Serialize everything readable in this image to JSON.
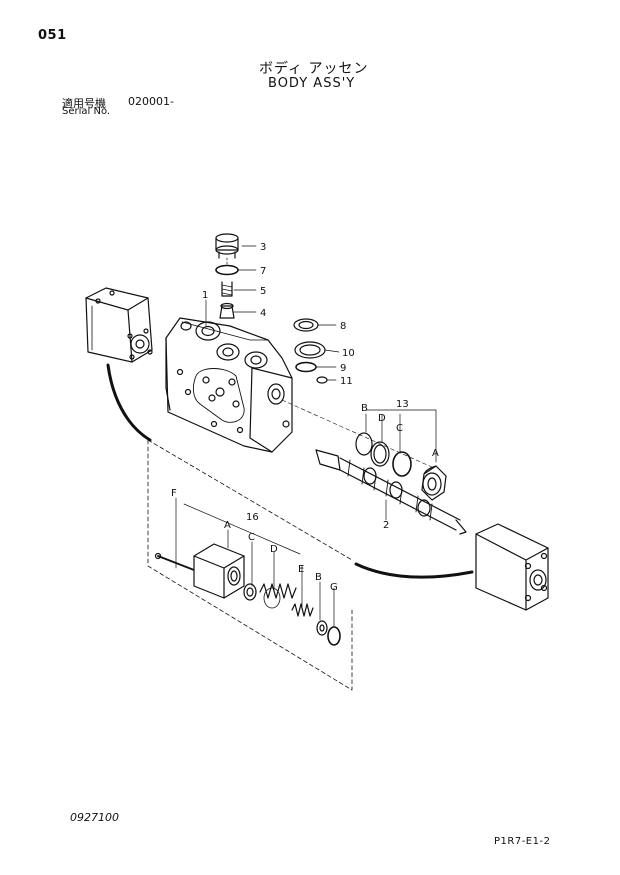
{
  "header": {
    "page_number": "051",
    "title_jp": "ボディ アッセン",
    "title_en": "BODY ASS'Y",
    "serial_label_jp": "適用号機",
    "serial_value": "020001-",
    "serial_label_en": "Serial No."
  },
  "callouts": [
    "3",
    "7",
    "5",
    "4",
    "1",
    "8",
    "10",
    "9",
    "11",
    "13",
    "B",
    "D",
    "C",
    "A",
    "2",
    "F",
    "16",
    "A",
    "C",
    "D",
    "E",
    "B",
    "G"
  ],
  "footer": {
    "drawing_code": "0927100",
    "page_ref": "P1R7-E1-2"
  }
}
